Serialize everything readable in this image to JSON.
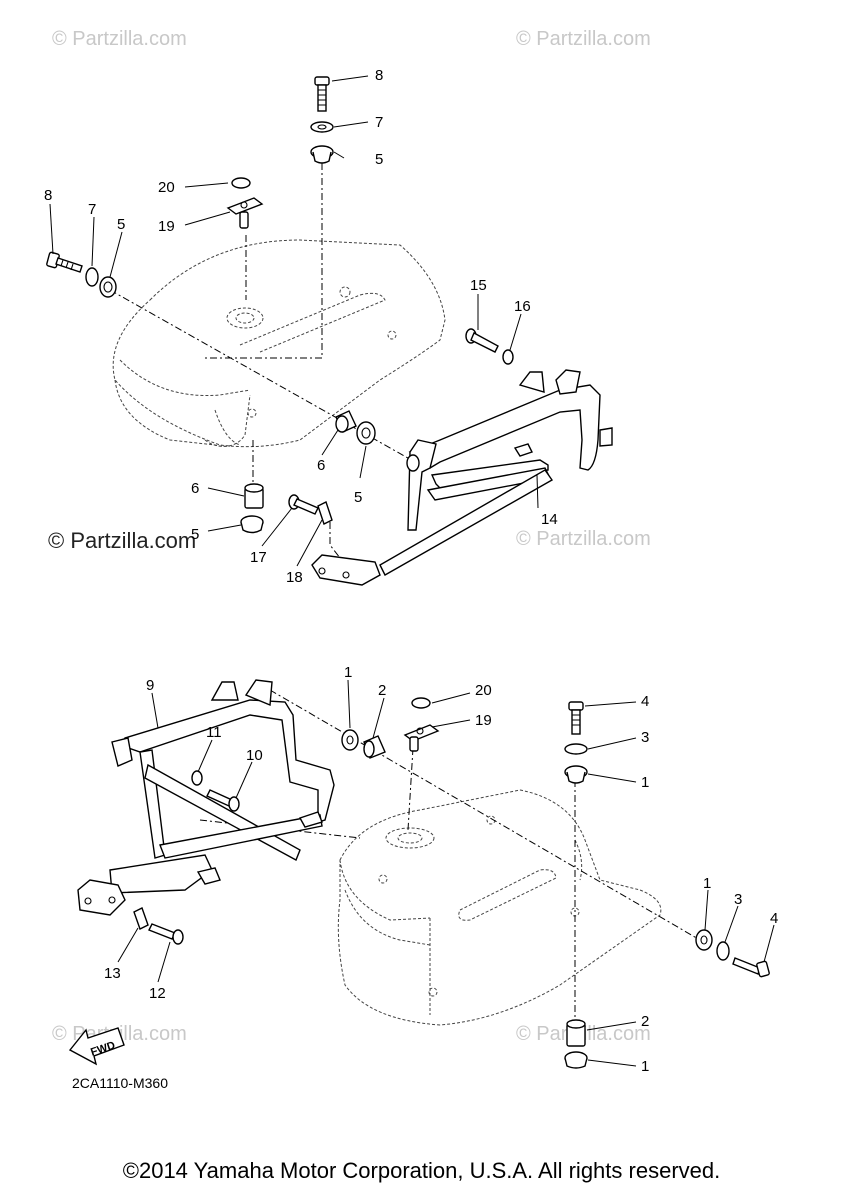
{
  "watermarks": {
    "site": "© Partzilla.com",
    "mid_left": "© Partzilla.com"
  },
  "diagram_code": "2CA1110-M360",
  "fwd_label": "FWD",
  "copyright": "©2014 Yamaha Motor Corporation, U.S.A. All rights reserved.",
  "top_assembly": {
    "callouts": [
      "8",
      "7",
      "5",
      "20",
      "19",
      "8",
      "7",
      "5",
      "15",
      "16",
      "6",
      "5",
      "14",
      "6",
      "5",
      "17",
      "18"
    ]
  },
  "bottom_assembly": {
    "callouts": [
      "9",
      "1",
      "2",
      "20",
      "19",
      "4",
      "3",
      "1",
      "11",
      "10",
      "1",
      "3",
      "4",
      "13",
      "12",
      "2",
      "1"
    ]
  }
}
